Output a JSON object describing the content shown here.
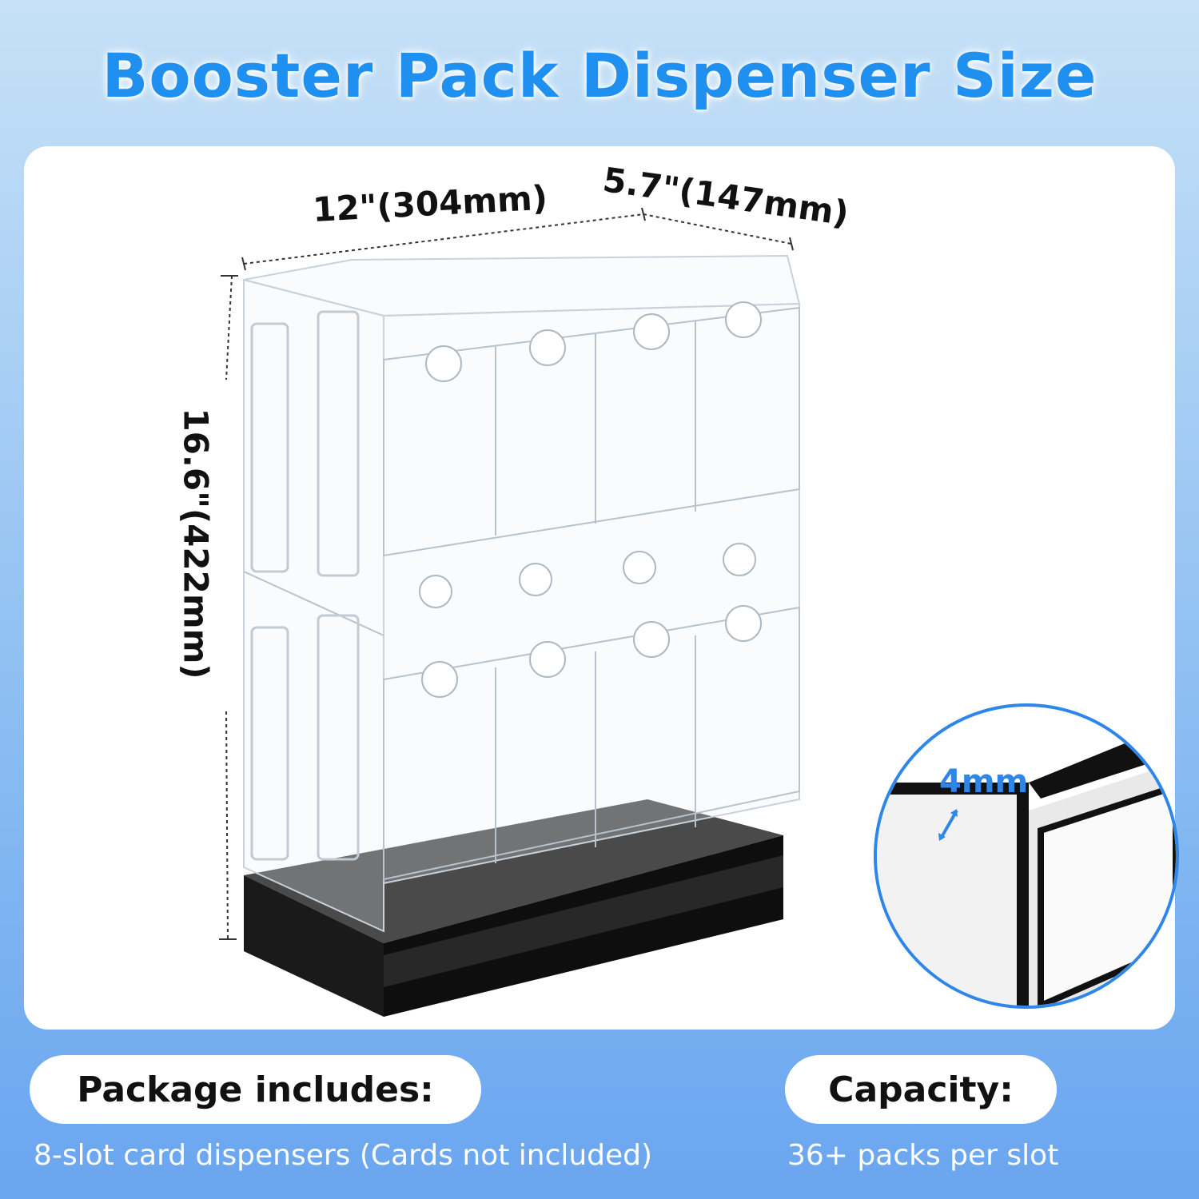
{
  "header": {
    "title": "Booster Pack Dispenser Size"
  },
  "dimensions": {
    "width": "12\"(304mm)",
    "depth": "5.7\"(147mm)",
    "height": "16.6\"(422mm)"
  },
  "detail_callout": {
    "thickness": "4mm"
  },
  "package": {
    "label": "Package includes:",
    "text": "8-slot card dispensers (Cards not included)"
  },
  "capacity": {
    "label": "Capacity:",
    "text": "36+ packs per slot"
  },
  "colors": {
    "title_blue": "#1f8ff0",
    "accent_blue": "#2f86e9",
    "base_black": "#111111"
  }
}
